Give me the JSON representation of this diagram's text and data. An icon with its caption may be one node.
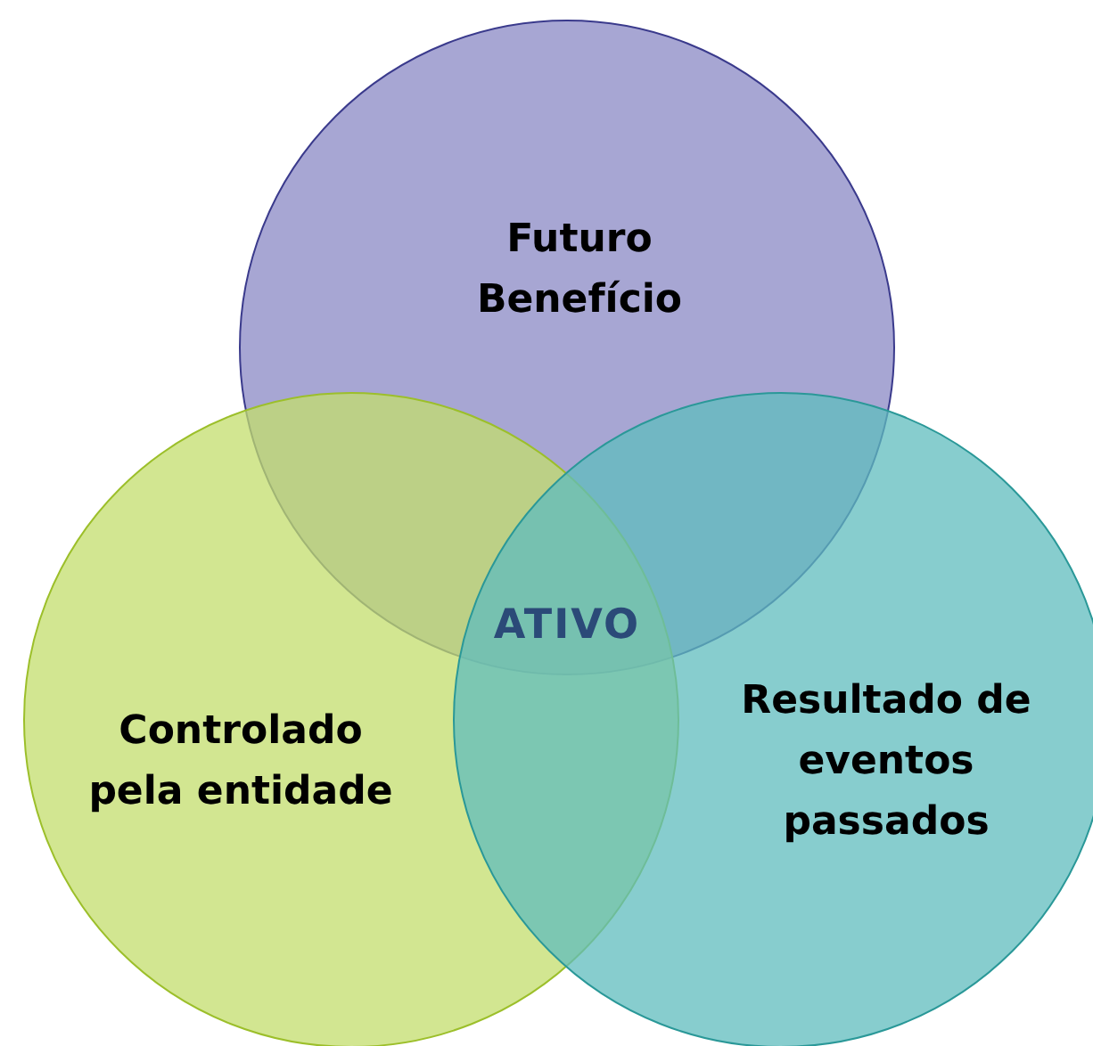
{
  "diagram": {
    "nodes": [
      {
        "text": [
          "Futuro Benefício"
        ]
      },
      {
        "text": [
          "Controlado pela entidade"
        ]
      },
      {
        "text": [
          "Resultado de eventos passados"
        ]
      }
    ],
    "labels": [
      "ATIVO"
    ]
  }
}
